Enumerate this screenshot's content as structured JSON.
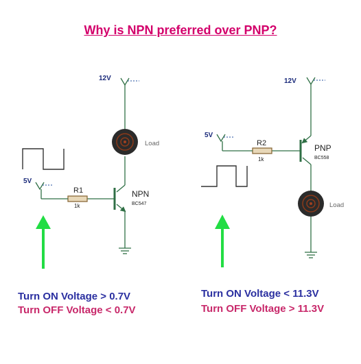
{
  "title": "Why is NPN preferred over PNP?",
  "colors": {
    "title": "#d3006b",
    "wire": "#2f6f45",
    "on_text": "#2a2fa0",
    "off_text": "#c8286a",
    "arrow": "#22dd44",
    "supply_label": "#1a2a7a",
    "resistor": "#e8d8b8"
  },
  "left_circuit": {
    "supply_label": "12V",
    "input_label": "5V",
    "resistor_label": "R1",
    "resistor_value": "1k",
    "transistor_type": "NPN",
    "transistor_part": "BC547",
    "load_label": "Load",
    "turn_on": "Turn ON Voltage > 0.7V",
    "turn_off": "Turn OFF Voltage < 0.7V"
  },
  "right_circuit": {
    "supply_label": "12V",
    "input_label": "5V",
    "resistor_label": "R2",
    "resistor_value": "1k",
    "transistor_type": "PNP",
    "transistor_part": "BC558",
    "load_label": "Load",
    "turn_on": "Turn ON Voltage < 11.3V",
    "turn_off": "Turn OFF Voltage > 11.3V"
  }
}
